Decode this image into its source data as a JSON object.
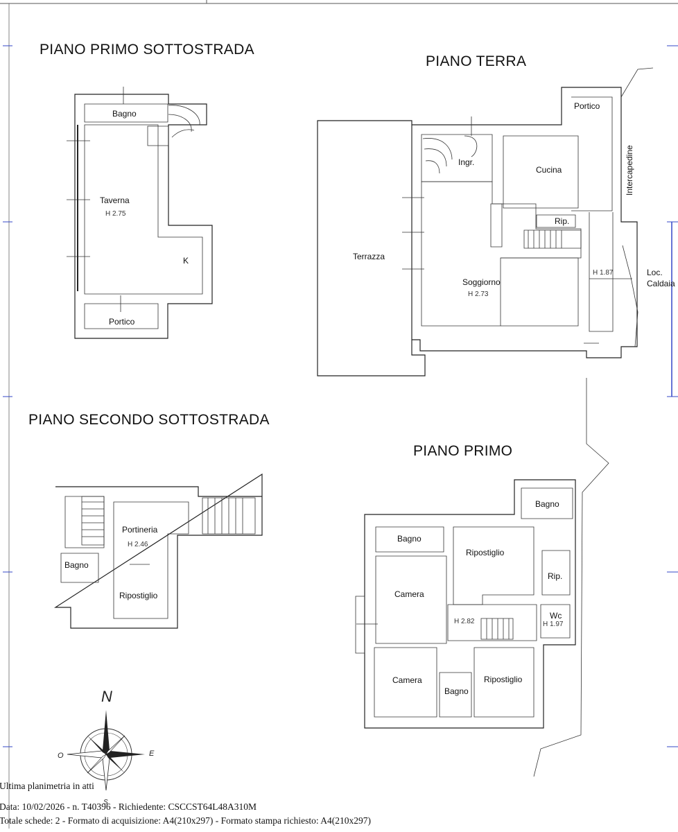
{
  "sections": {
    "piano_primo_sottostrada": {
      "title": "PIANO PRIMO SOTTOSTRADA",
      "rooms": {
        "bagno": "Bagno",
        "taverna": "Taverna",
        "taverna_h": "H 2.75",
        "k": "K",
        "portico": "Portico"
      }
    },
    "piano_terra": {
      "title": "PIANO TERRA",
      "rooms": {
        "portico": "Portico",
        "intercapedine": "Intercapedine",
        "ingr": "Ingr.",
        "cucina": "Cucina",
        "rip": "Rip.",
        "terrazza": "Terrazza",
        "soggiorno": "Soggiorno",
        "soggiorno_h": "H 2.73",
        "h_187": "H 1.87",
        "loc": "Loc.",
        "caldaia": "Caldaia"
      }
    },
    "piano_secondo_sottostrada": {
      "title": "PIANO SECONDO SOTTOSTRADA",
      "rooms": {
        "portineria": "Portineria",
        "portineria_h": "H 2.46",
        "bagno": "Bagno",
        "ripostiglio": "Ripostiglio"
      }
    },
    "piano_primo": {
      "title": "PIANO PRIMO",
      "rooms": {
        "bagno_top": "Bagno",
        "bagno_left": "Bagno",
        "ripostiglio_top": "Ripostiglio",
        "rip": "Rip.",
        "camera_top": "Camera",
        "h_282": "H 2.82",
        "wc": "Wc",
        "wc_h": "H 1.97",
        "camera_bottom": "Camera",
        "bagno_bottom": "Bagno",
        "ripostiglio_bottom": "Ripostiglio"
      }
    }
  },
  "compass": {
    "n": "N",
    "e": "E",
    "o": "O",
    "s": "S"
  },
  "footer": {
    "line1": "Ultima planimetria in atti",
    "line2": "Data: 10/02/2026 - n. T40396 - Richiedente: CSCCST64L48A310M",
    "line3": "Totale schede: 2 - Formato di acquisizione: A4(210x297)  - Formato stampa richiesto: A4(210x297)"
  },
  "colors": {
    "line": "#222222",
    "frame_ticks": "#3347c7",
    "background": "#ffffff"
  }
}
